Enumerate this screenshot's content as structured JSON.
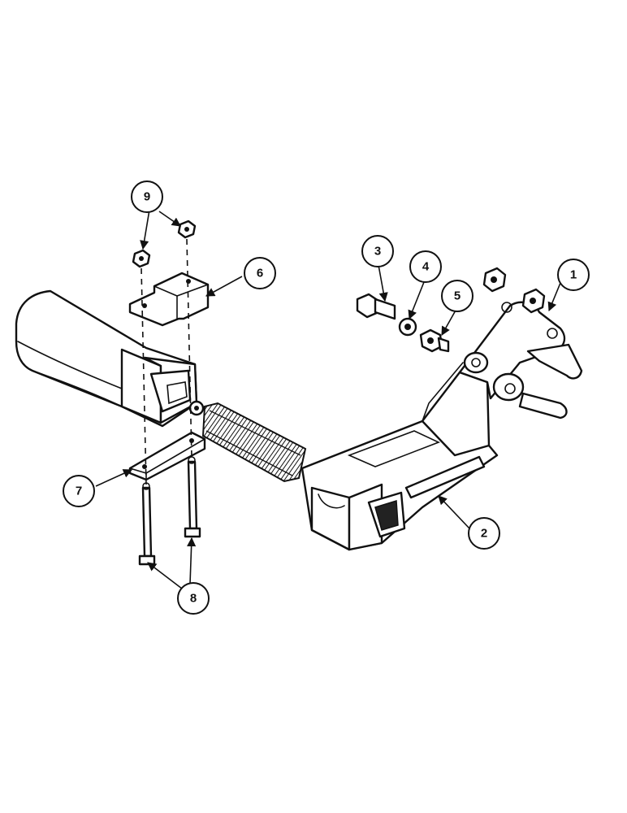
{
  "callouts": [
    {
      "id": "callout-1",
      "label": "1"
    },
    {
      "id": "callout-2",
      "label": "2"
    },
    {
      "id": "callout-3",
      "label": "3"
    },
    {
      "id": "callout-4",
      "label": "4"
    },
    {
      "id": "callout-5",
      "label": "5"
    },
    {
      "id": "callout-6",
      "label": "6"
    },
    {
      "id": "callout-7",
      "label": "7"
    },
    {
      "id": "callout-8",
      "label": "8"
    },
    {
      "id": "callout-9",
      "label": "9"
    }
  ],
  "colors": {
    "line": "#111111",
    "background": "#ffffff"
  }
}
